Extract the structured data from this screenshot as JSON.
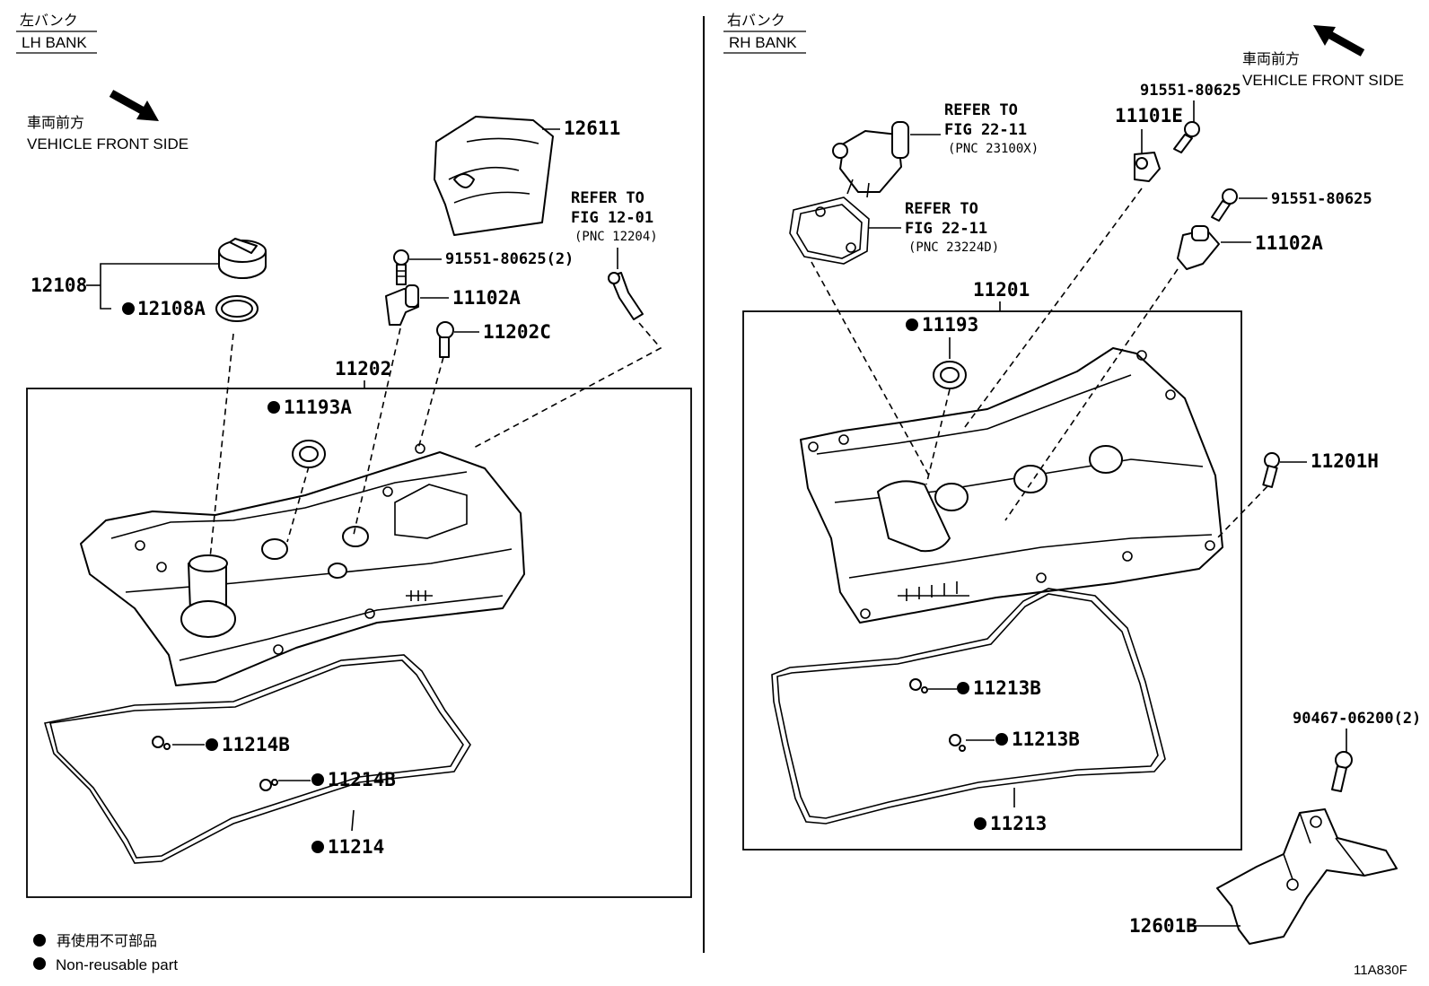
{
  "lh_bank": {
    "jp": "左バンク",
    "en": "LH BANK"
  },
  "rh_bank": {
    "jp": "右バンク",
    "en": "RH BANK"
  },
  "lh_front": {
    "jp": "車両前方",
    "en": "VEHICLE FRONT SIDE"
  },
  "rh_front": {
    "jp": "車両前方",
    "en": "VEHICLE FRONT SIDE"
  },
  "lh_parts": {
    "p12611": "12611",
    "p12108": "12108",
    "p12108A": "12108A",
    "p91551": "91551-80625(2)",
    "p11102A": "11102A",
    "p11202C": "11202C",
    "p11202": "11202",
    "p11193A": "11193A",
    "p11214B_1": "11214B",
    "p11214B_2": "11214B",
    "p11214": "11214"
  },
  "lh_refer": {
    "l1": "REFER TO",
    "l2": "FIG 12-01",
    "l3": "(PNC 12204)"
  },
  "rh_parts": {
    "p91551_a": "91551-80625",
    "p11101E": "11101E",
    "p91551_b": "91551-80625",
    "p11102A": "11102A",
    "p11201": "11201",
    "p11193": "11193",
    "p11201H": "11201H",
    "p11213B_1": "11213B",
    "p11213B_2": "11213B",
    "p11213": "11213",
    "p90467": "90467-06200(2)",
    "p12601B": "12601B"
  },
  "rh_refer_a": {
    "l1": "REFER TO",
    "l2": "FIG 22-11",
    "l3": "(PNC 23100X)"
  },
  "rh_refer_b": {
    "l1": "REFER TO",
    "l2": "FIG 22-11",
    "l3": "(PNC 23224D)"
  },
  "legend": {
    "jp": "再使用不可部品",
    "en": "Non-reusable part"
  },
  "figure_code": "11A830F"
}
